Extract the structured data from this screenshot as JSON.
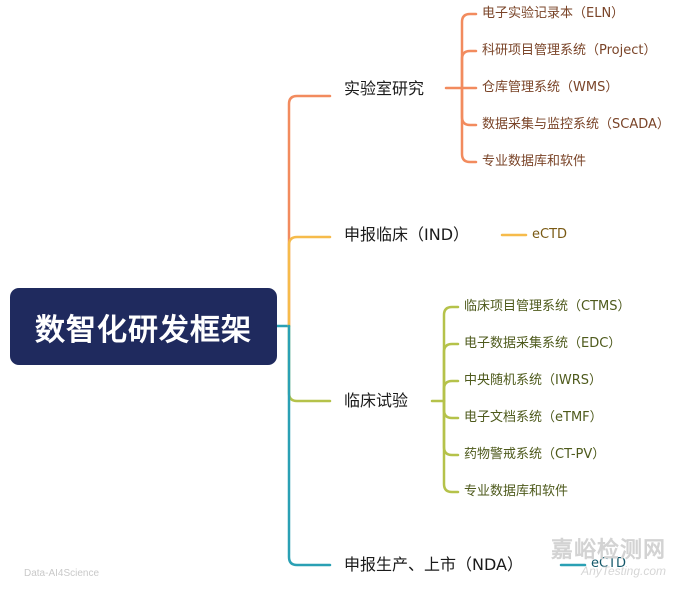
{
  "root": {
    "label": "数智化研发框架"
  },
  "colors": {
    "orange": "#f28b5e",
    "gold": "#f6bb4b",
    "olive": "#b5c24a",
    "teal": "#2aa0b4",
    "root_bg": "#1f2a5e"
  },
  "branches": [
    {
      "label": "实验室研究",
      "leaves": [
        "电子实验记录本（ELN）",
        "科研项目管理系统（Project）",
        "仓库管理系统（WMS）",
        "数据采集与监控系统（SCADA）",
        "专业数据库和软件"
      ]
    },
    {
      "label": "申报临床（IND）",
      "leaves": [
        "eCTD"
      ]
    },
    {
      "label": "临床试验",
      "leaves": [
        "临床项目管理系统（CTMS）",
        "电子数据采集系统（EDC）",
        "中央随机系统（IWRS）",
        "电子文档系统（eTMF）",
        "药物警戒系统（CT-PV）",
        "专业数据库和软件"
      ]
    },
    {
      "label": "申报生产、上市（NDA）",
      "leaves": [
        "eCTD"
      ]
    }
  ],
  "watermarks": {
    "left": "Data-AI4Science",
    "right_cn": "嘉峪检测网",
    "right_en": "AnyTesting.com"
  }
}
